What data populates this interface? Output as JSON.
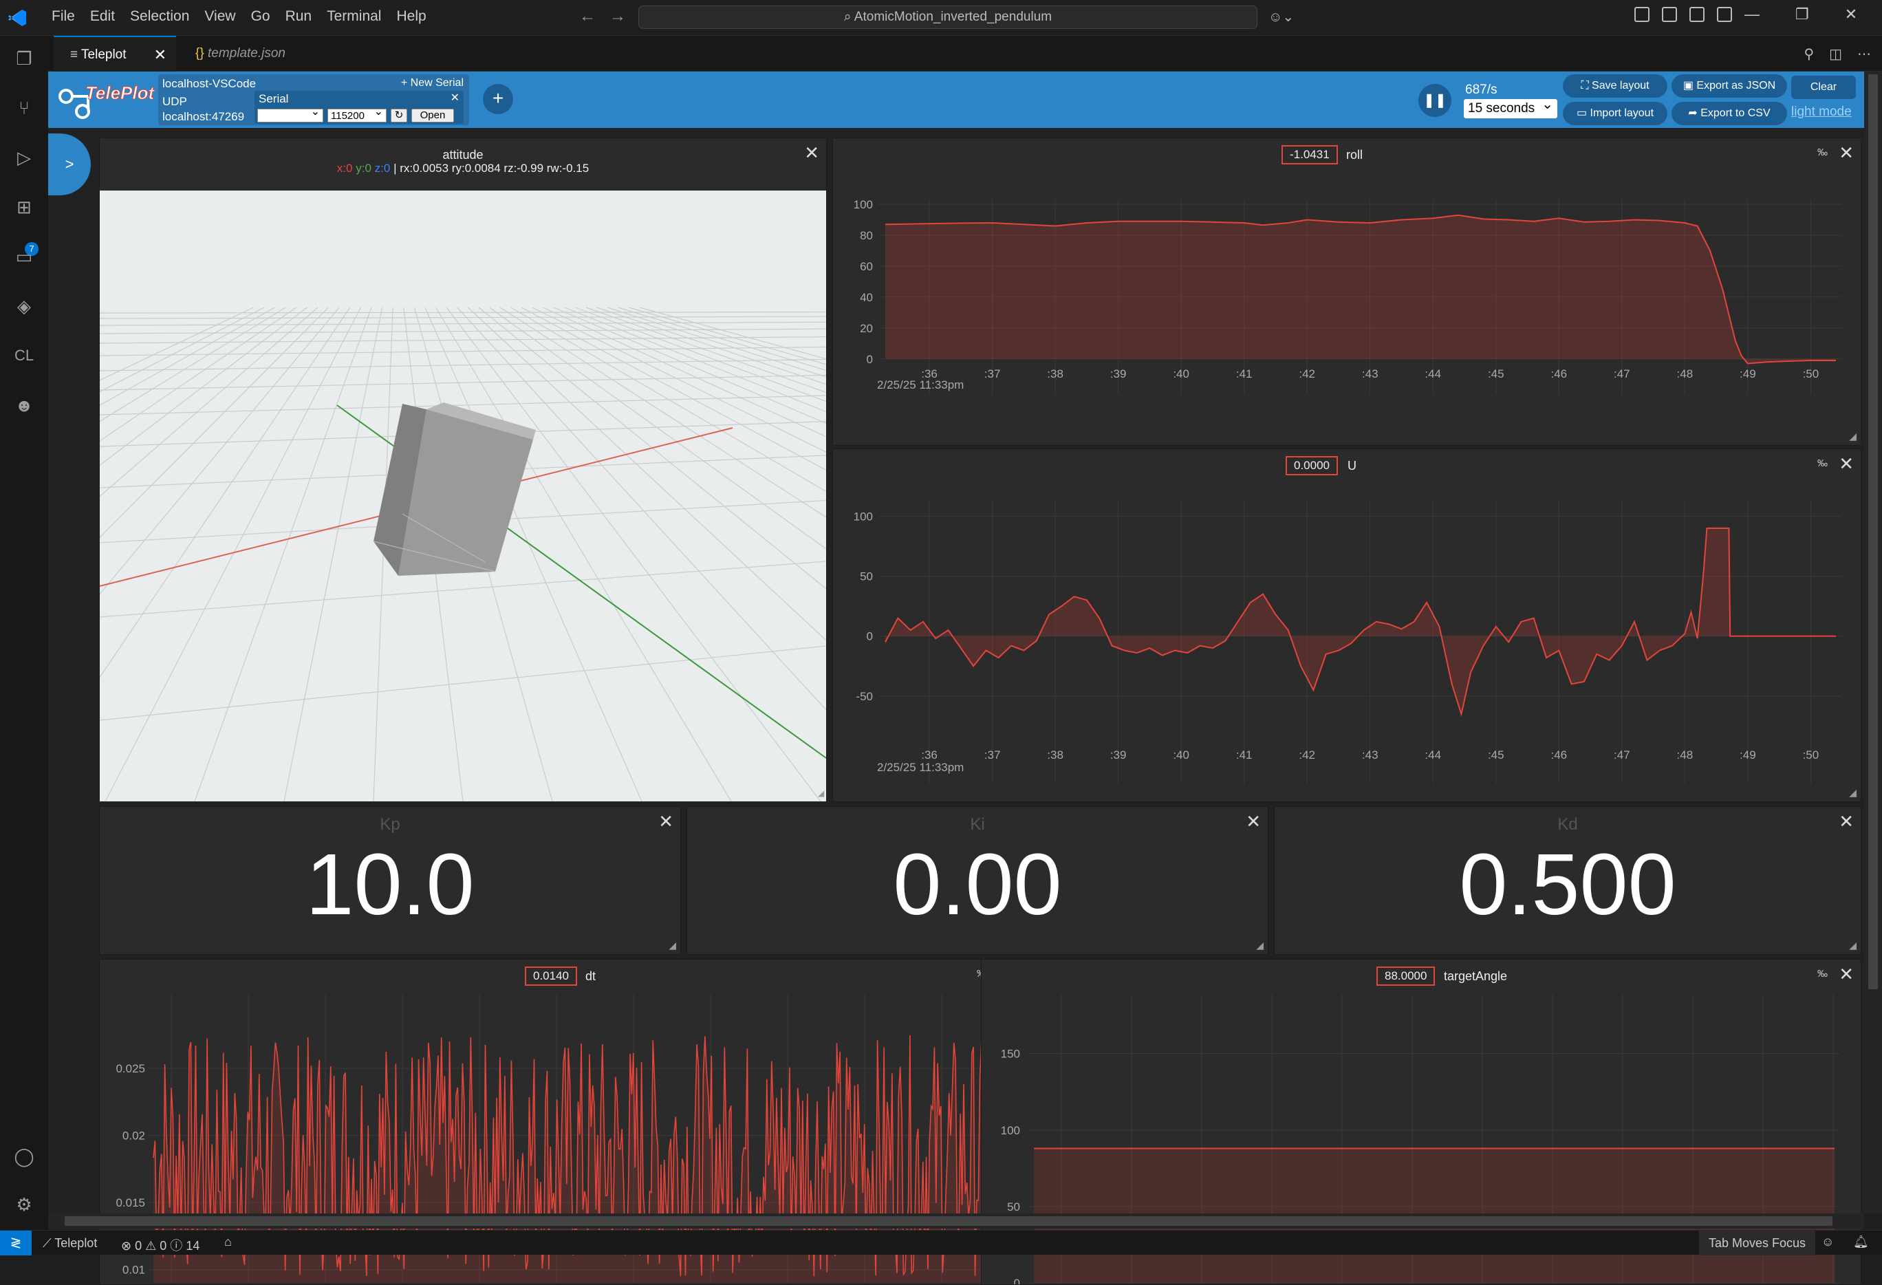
{
  "menu": [
    "File",
    "Edit",
    "Selection",
    "View",
    "Go",
    "Run",
    "Terminal",
    "Help"
  ],
  "command_center": "AtomicMotion_inverted_pendulum",
  "tabs": [
    {
      "label": "Teleplot"
    },
    {
      "label": "template.json"
    }
  ],
  "teleplot": {
    "logo_text": "TelePlot",
    "connection_name": "localhost-VSCode",
    "new_serial": "+ New Serial",
    "udp_label": "UDP",
    "udp_address": "localhost:47269",
    "serial_label": "Serial",
    "serial_port": "",
    "baud": "115200",
    "open": "Open",
    "refresh_icon": "↻",
    "rate": "687/s",
    "time_window": "15 seconds",
    "buttons": {
      "save_layout": "Save layout",
      "export_json": "Export as JSON",
      "clear": "Clear",
      "import_layout": "Import layout",
      "export_csv": "Export to CSV"
    },
    "light_mode": "light mode",
    "side_toggle": ">",
    "add": "+"
  },
  "attitude": {
    "title": "attitude",
    "x": "x:0",
    "y": "y:0",
    "z": "z:0",
    "rotation": "| rx:0.0053 ry:0.0084 rz:-0.99 rw:-0.15"
  },
  "numbers": [
    {
      "label": "Kp",
      "value": "10.0"
    },
    {
      "label": "Ki",
      "value": "0.00"
    },
    {
      "label": "Kd",
      "value": "0.500"
    }
  ],
  "permille_label": "‰",
  "colors": {
    "series": "#e3453a",
    "accent": "#2c85c7",
    "statusbar_remote": "#0078d4"
  },
  "chart_data": [
    {
      "type": "area",
      "name": "roll",
      "current_value": "-1.0431",
      "x_ticks": [
        ":36",
        ":37",
        ":38",
        ":39",
        ":40",
        ":41",
        ":42",
        ":43",
        ":44",
        ":45",
        ":46",
        ":47",
        ":48",
        ":49",
        ":50"
      ],
      "x_range": [
        35.3,
        50.4
      ],
      "y_ticks": [
        100,
        80,
        60,
        40,
        20,
        0
      ],
      "ylim": [
        -5,
        100
      ],
      "date_label": "2/25/25 11:33pm",
      "points": [
        [
          35.3,
          87
        ],
        [
          36,
          87.5
        ],
        [
          36.5,
          87.8
        ],
        [
          37,
          88
        ],
        [
          37.5,
          87
        ],
        [
          38,
          86
        ],
        [
          38.5,
          88
        ],
        [
          39,
          89
        ],
        [
          39.5,
          89
        ],
        [
          40,
          89
        ],
        [
          40.5,
          88.5
        ],
        [
          41,
          88
        ],
        [
          41.3,
          86.5
        ],
        [
          41.7,
          88
        ],
        [
          42,
          90
        ],
        [
          42.5,
          88.5
        ],
        [
          43,
          88
        ],
        [
          43.5,
          90
        ],
        [
          44,
          91
        ],
        [
          44.4,
          93
        ],
        [
          44.8,
          90.5
        ],
        [
          45.2,
          90
        ],
        [
          45.6,
          89
        ],
        [
          46,
          91
        ],
        [
          46.4,
          88.5
        ],
        [
          46.8,
          89
        ],
        [
          47.2,
          90
        ],
        [
          47.6,
          89.5
        ],
        [
          48,
          88
        ],
        [
          48.2,
          86
        ],
        [
          48.4,
          70
        ],
        [
          48.6,
          45
        ],
        [
          48.8,
          12
        ],
        [
          48.9,
          2
        ],
        [
          49,
          -3
        ],
        [
          49.3,
          -2
        ],
        [
          49.6,
          -1.5
        ],
        [
          50,
          -1
        ],
        [
          50.4,
          -1
        ]
      ]
    },
    {
      "type": "area",
      "name": "U",
      "current_value": "0.0000",
      "x_ticks": [
        ":36",
        ":37",
        ":38",
        ":39",
        ":40",
        ":41",
        ":42",
        ":43",
        ":44",
        ":45",
        ":46",
        ":47",
        ":48",
        ":49",
        ":50"
      ],
      "x_range": [
        35.3,
        50.4
      ],
      "y_ticks": [
        100,
        50,
        0,
        -50
      ],
      "ylim": [
        -100,
        110
      ],
      "date_label": "2/25/25 11:33pm",
      "points": [
        [
          35.3,
          -5
        ],
        [
          35.5,
          15
        ],
        [
          35.7,
          5
        ],
        [
          35.9,
          12
        ],
        [
          36.1,
          -2
        ],
        [
          36.3,
          5
        ],
        [
          36.5,
          -10
        ],
        [
          36.7,
          -25
        ],
        [
          36.9,
          -12
        ],
        [
          37.1,
          -18
        ],
        [
          37.3,
          -8
        ],
        [
          37.5,
          -12
        ],
        [
          37.7,
          -4
        ],
        [
          37.9,
          18
        ],
        [
          38.1,
          25
        ],
        [
          38.3,
          33
        ],
        [
          38.5,
          30
        ],
        [
          38.7,
          15
        ],
        [
          38.9,
          -8
        ],
        [
          39.1,
          -12
        ],
        [
          39.3,
          -14
        ],
        [
          39.5,
          -10
        ],
        [
          39.7,
          -16
        ],
        [
          39.9,
          -12
        ],
        [
          40.1,
          -14
        ],
        [
          40.3,
          -8
        ],
        [
          40.5,
          -10
        ],
        [
          40.7,
          -4
        ],
        [
          40.9,
          12
        ],
        [
          41.1,
          28
        ],
        [
          41.3,
          35
        ],
        [
          41.5,
          18
        ],
        [
          41.7,
          5
        ],
        [
          41.9,
          -25
        ],
        [
          42.1,
          -45
        ],
        [
          42.3,
          -15
        ],
        [
          42.5,
          -12
        ],
        [
          42.7,
          -6
        ],
        [
          42.9,
          5
        ],
        [
          43.1,
          12
        ],
        [
          43.3,
          10
        ],
        [
          43.5,
          6
        ],
        [
          43.7,
          12
        ],
        [
          43.9,
          28
        ],
        [
          44.1,
          8
        ],
        [
          44.3,
          -40
        ],
        [
          44.45,
          -65
        ],
        [
          44.6,
          -30
        ],
        [
          44.8,
          -8
        ],
        [
          45,
          8
        ],
        [
          45.2,
          -5
        ],
        [
          45.4,
          12
        ],
        [
          45.6,
          15
        ],
        [
          45.8,
          -18
        ],
        [
          46,
          -12
        ],
        [
          46.2,
          -40
        ],
        [
          46.4,
          -38
        ],
        [
          46.6,
          -15
        ],
        [
          46.8,
          -20
        ],
        [
          47,
          -8
        ],
        [
          47.2,
          12
        ],
        [
          47.4,
          -20
        ],
        [
          47.6,
          -12
        ],
        [
          47.8,
          -8
        ],
        [
          48,
          2
        ],
        [
          48.1,
          20
        ],
        [
          48.2,
          -2
        ],
        [
          48.3,
          55
        ],
        [
          48.35,
          90
        ],
        [
          48.7,
          90
        ],
        [
          48.72,
          0
        ],
        [
          50.4,
          0
        ]
      ]
    },
    {
      "type": "area",
      "name": "dt",
      "current_value": "0.0140",
      "y_ticks": [
        0.025,
        0.02,
        0.015,
        0.01
      ],
      "ylim": [
        0.009,
        0.0285
      ],
      "range": [
        0.0095,
        0.0275
      ],
      "note": "high-frequency noise oscillating between ~0.0095 and ~0.027"
    },
    {
      "type": "area",
      "name": "targetAngle",
      "current_value": "88.0000",
      "y_ticks": [
        150,
        100,
        50,
        0
      ],
      "ylim": [
        0,
        180
      ],
      "points": [
        [
          0,
          88
        ],
        [
          1,
          88
        ]
      ]
    }
  ],
  "statusbar": {
    "remote": "≷",
    "teleplot": "Teleplot",
    "errors": "0",
    "warnings": "0",
    "info": "14",
    "tab_moves_focus": "Tab Moves Focus"
  }
}
